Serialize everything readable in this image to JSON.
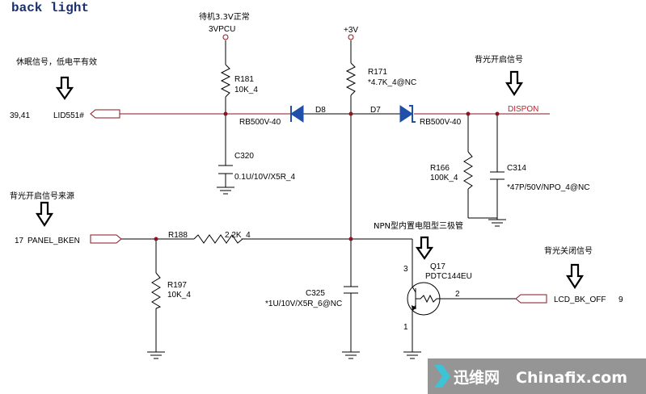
{
  "title": "back light",
  "annotations": {
    "standby": "待机3.3V正常",
    "sleep_signal": "休眠信号，低电平有效",
    "bl_enable_signal": "背光开启信号",
    "bl_source": "背光开启信号来源",
    "npn": "NPN型内置电阻型三极管",
    "bl_off_signal": "背光关闭信号"
  },
  "nets": {
    "vpcu": "3VPCU",
    "plus3v": "+3V",
    "dispon": "DISPON",
    "lid": "LID551#",
    "lid_pins": "39,41",
    "panel": "PANEL_BKEN",
    "panel_pin": "17",
    "lcd": "LCD_BK_OFF",
    "lcd_pin": "9"
  },
  "components": {
    "r181_ref": "R181",
    "r181_val": "10K_4",
    "r171_ref": "R171",
    "r171_val": "*4.7K_4@NC",
    "d8_ref": "D8",
    "d8_val": "RB500V-40",
    "d7_ref": "D7",
    "d7_val": "RB500V-40",
    "c320_ref": "C320",
    "c320_val": "0.1U/10V/X5R_4",
    "r166_ref": "R166",
    "r166_val": "100K_4",
    "c314_ref": "C314",
    "c314_val": "*47P/50V/NPO_4@NC",
    "r188_ref": "R188",
    "r188_val": "2.2K_4",
    "r197_ref": "R197",
    "r197_val": "10K_4",
    "c325_ref": "C325",
    "c325_val": "*1U/10V/X5R_6@NC",
    "q17_ref": "Q17",
    "q17_val": "PDTC144EU",
    "q17_pin1": "1",
    "q17_pin2": "2",
    "q17_pin3": "3"
  },
  "watermark": {
    "cn": "迅维网",
    "en": "Chinafix.com"
  },
  "colors": {
    "wire": "#000000",
    "dispon_net": "#c0202a",
    "title": "#1a2f6e",
    "diode": "#1f4fa8",
    "watermark_bg": "#8c8c8c"
  }
}
